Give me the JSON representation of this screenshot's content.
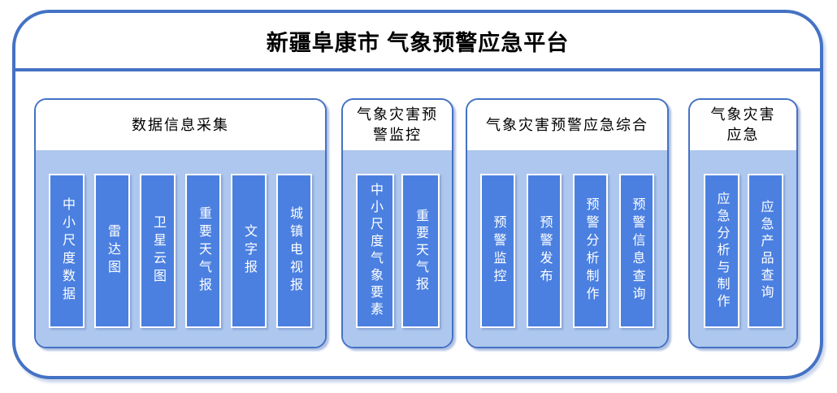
{
  "platform": {
    "title": "新疆阜康市 气象预警应急平台"
  },
  "colors": {
    "frame_border": "#4472C4",
    "section_border": "#4472C4",
    "section_body_bg": "#AEC7EE",
    "module_bar_bg": "#4B80E1",
    "module_bar_border": "#FFFFFF",
    "title_text": "#000000",
    "bar_text": "#FFFFFF"
  },
  "sections": [
    {
      "title": "数据信息采集",
      "title_lines": [
        "数据信息采集"
      ],
      "items": [
        "中小尺度数据",
        "雷达图",
        "卫星云图",
        "重要天气报",
        "文字报",
        "城镇电视报"
      ]
    },
    {
      "title": "气象灾害预警监控",
      "title_lines": [
        "气象灾害预",
        "警监控"
      ],
      "items": [
        "中小尺度气象要素",
        "重要天气报"
      ]
    },
    {
      "title": "气象灾害预警应急综合",
      "title_lines": [
        "气象灾害预警应急综合"
      ],
      "items": [
        "预警监控",
        "预警发布",
        "预警分析制作",
        "预警信息查询"
      ]
    },
    {
      "title": "气象灾害应急",
      "title_lines": [
        "气象灾害",
        "应急"
      ],
      "items": [
        "应急分析与制作",
        "应急产品查询"
      ]
    }
  ]
}
